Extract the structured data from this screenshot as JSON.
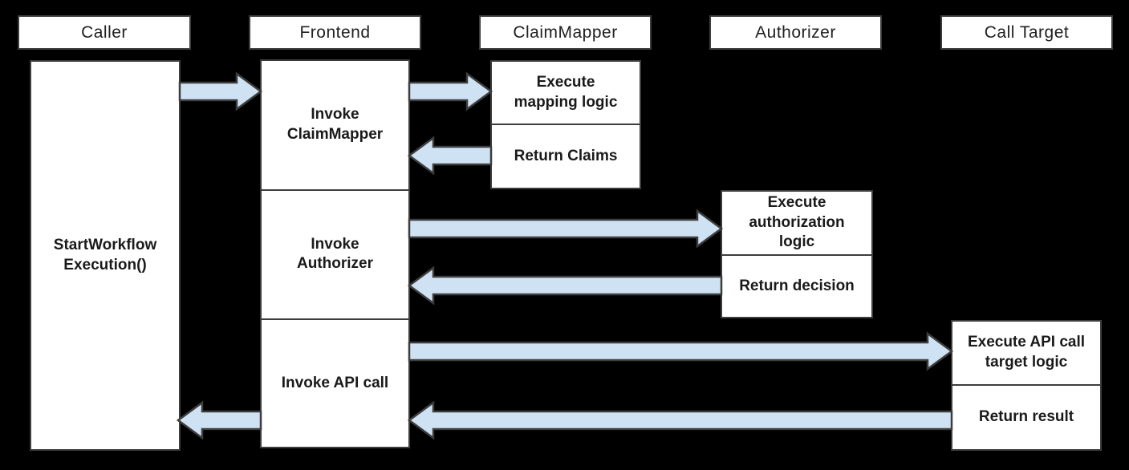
{
  "diagram_type": "sequence-diagram",
  "lanes": {
    "caller": "Caller",
    "frontend": "Frontend",
    "claimmapper": "ClaimMapper",
    "authorizer": "Authorizer",
    "call_target": "Call Target"
  },
  "caller": {
    "label": "StartWorkflow\nExecution()"
  },
  "frontend": {
    "invoke_claimmapper": "Invoke\nClaimMapper",
    "invoke_authorizer": "Invoke\nAuthorizer",
    "invoke_api_call": "Invoke API call"
  },
  "claimmapper": {
    "execute": "Execute\nmapping logic",
    "return": "Return Claims"
  },
  "authorizer": {
    "execute": "Execute\nauthorization\nlogic",
    "return": "Return decision"
  },
  "call_target": {
    "execute": "Execute API call\ntarget logic",
    "return": "Return result"
  },
  "arrows": [
    {
      "from": "Caller",
      "to": "Frontend",
      "direction": "right"
    },
    {
      "from": "Frontend",
      "to": "ClaimMapper",
      "direction": "right"
    },
    {
      "from": "ClaimMapper",
      "to": "Frontend",
      "direction": "left"
    },
    {
      "from": "Frontend",
      "to": "Authorizer",
      "direction": "right"
    },
    {
      "from": "Authorizer",
      "to": "Frontend",
      "direction": "left"
    },
    {
      "from": "Frontend",
      "to": "Call Target",
      "direction": "right"
    },
    {
      "from": "Call Target",
      "to": "Frontend",
      "direction": "left"
    },
    {
      "from": "Frontend",
      "to": "Caller",
      "direction": "left"
    }
  ],
  "colors": {
    "background": "#000000",
    "box_fill": "#ffffff",
    "box_border": "#3d3d3d",
    "arrow_fill": "#cfe2f3",
    "arrow_stroke": "#3d3d3d",
    "header_text": "#212121",
    "label_text": "#1a1a1a"
  }
}
